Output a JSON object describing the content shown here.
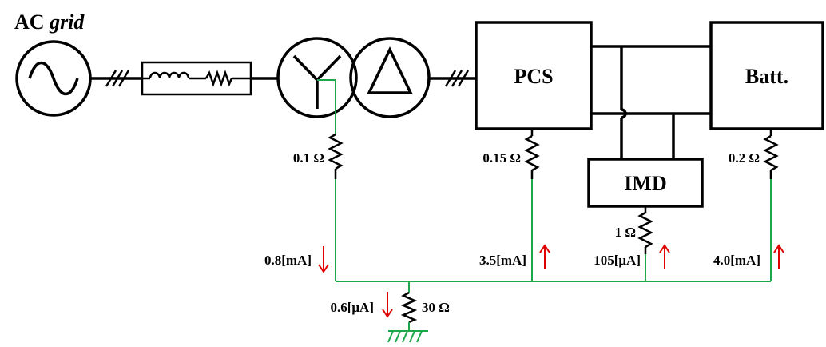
{
  "title": {
    "main": "AC ",
    "italic": "grid"
  },
  "blocks": {
    "pcs": "PCS",
    "batt": "Batt.",
    "imd": "IMD"
  },
  "resistors": {
    "transformer": "0.1 Ω",
    "pcs": "0.15 Ω",
    "batt": "0.2 Ω",
    "imd": "1 Ω",
    "ground": "30 Ω"
  },
  "currents": {
    "transformer": "0.8[mA]",
    "pcs": "3.5[mA]",
    "imd": "105[μA]",
    "batt": "4.0[mA]",
    "ground": "0.6[μA]"
  },
  "colors": {
    "ground_wire": "#1aa84a",
    "current_arrow": "#e00000"
  }
}
